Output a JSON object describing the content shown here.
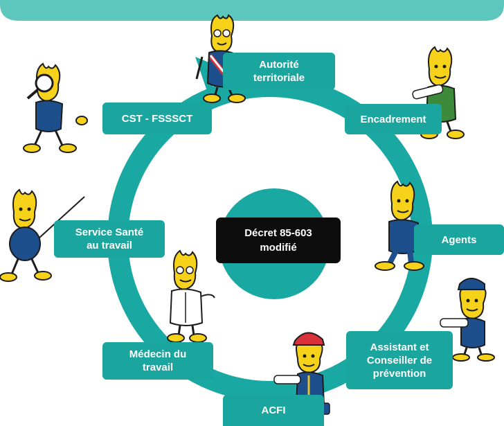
{
  "colors": {
    "ring": "#1aa8a2",
    "box": "#1ba59f",
    "banner": "#5dc6bd",
    "center_box": "#0d0d0d",
    "text": "#ffffff",
    "character": "#f7d21a",
    "character_outline": "#1c1c1c",
    "clothing": "#1d4f8c"
  },
  "center": {
    "label_line1": "Décret 85-603",
    "label_line2": "modifié"
  },
  "actors": {
    "autorite": {
      "line1": "Autorité",
      "line2": "territoriale"
    },
    "encadrement": {
      "label": "Encadrement"
    },
    "agents": {
      "label": "Agents"
    },
    "assistant": {
      "line1": "Assistant et",
      "line2": "Conseiller de",
      "line3": "prévention"
    },
    "acfi": {
      "label": "ACFI"
    },
    "medecin": {
      "line1": "Médecin du",
      "line2": "travail"
    },
    "sante": {
      "line1": "Service Santé",
      "line2": "au travail"
    },
    "cst": {
      "label": "CST - FSSSCT"
    }
  },
  "characters": [
    {
      "name": "mayor-figure-icon"
    },
    {
      "name": "manager-figure-icon"
    },
    {
      "name": "worker-figure-icon"
    },
    {
      "name": "prevention-advisor-figure-icon"
    },
    {
      "name": "inspector-figure-icon"
    },
    {
      "name": "doctor-figure-icon"
    },
    {
      "name": "teacher-figure-icon"
    },
    {
      "name": "investigator-figure-icon"
    }
  ]
}
